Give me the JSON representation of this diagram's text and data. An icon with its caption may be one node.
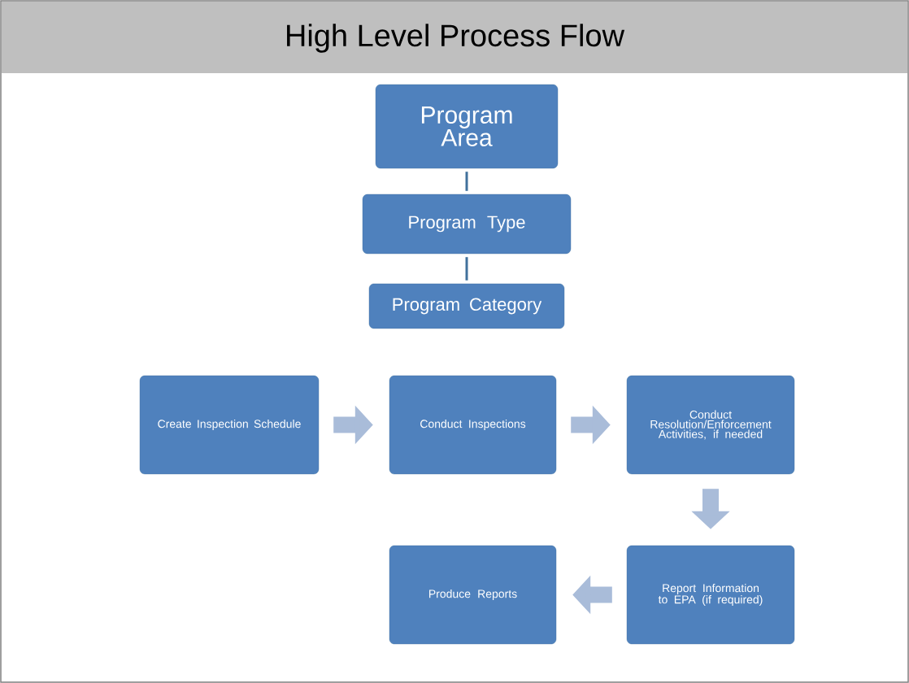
{
  "diagram": {
    "title": "High Level Process Flow",
    "nodes": [
      {
        "text": [
          "Program Area"
        ]
      },
      {
        "text": [
          "Program Type"
        ]
      },
      {
        "text": [
          "Program Category"
        ]
      },
      {
        "text": [
          "Create Inspection Schedule"
        ]
      },
      {
        "text": [
          "Conduct Inspections"
        ]
      },
      {
        "text": [
          "Conduct Resolution/Enforcement Activities, if needed"
        ]
      },
      {
        "text": [
          "Report Information to EPA (if required)"
        ]
      },
      {
        "text": [
          "Produce Reports"
        ]
      }
    ],
    "edges": [
      {
        "from": 0,
        "to": 1,
        "arrow": "none",
        "color": "#41719c"
      },
      {
        "from": 1,
        "to": 2,
        "arrow": "none",
        "color": "#41719c"
      },
      {
        "from": 3,
        "to": 4,
        "arrow": "to"
      },
      {
        "from": 4,
        "to": 5,
        "arrow": "to"
      },
      {
        "from": 5,
        "to": 6,
        "arrow": "to"
      },
      {
        "from": 6,
        "to": 7,
        "arrow": "to"
      }
    ]
  }
}
